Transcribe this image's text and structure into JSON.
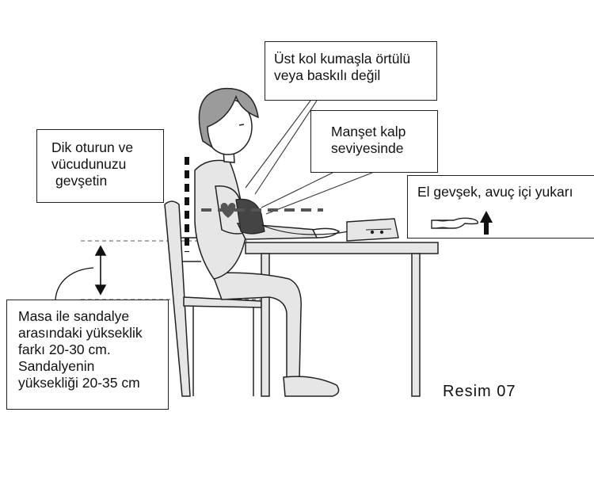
{
  "callouts": {
    "upper_arm": [
      "Üst kol kumaşla örtülü",
      "veya baskılı değil"
    ],
    "cuff": [
      "Manşet kalp",
      "seviyesinde"
    ],
    "posture": [
      "Dik oturun ve",
      "vücudunuzu",
      "gevşetin"
    ],
    "hand": [
      "El gevşek, avuç içi yukarı"
    ],
    "height": [
      "Masa ile sandalye",
      "arasındaki yükseklik",
      "farkı 20-30 cm.",
      "Sandalyenin",
      "yüksekliği 20-35 cm"
    ]
  },
  "figure_label": "Resim 07",
  "icons": {
    "heart": "heart-icon",
    "arrow_up": "arrow-up-icon",
    "height_arrow": "double-arrow-icon"
  },
  "colors": {
    "line": "#222222",
    "dashed_guide": "#555555",
    "figure_fill": "#e6e6e6",
    "hair": "#9b9b9b",
    "heart": "#555555"
  }
}
